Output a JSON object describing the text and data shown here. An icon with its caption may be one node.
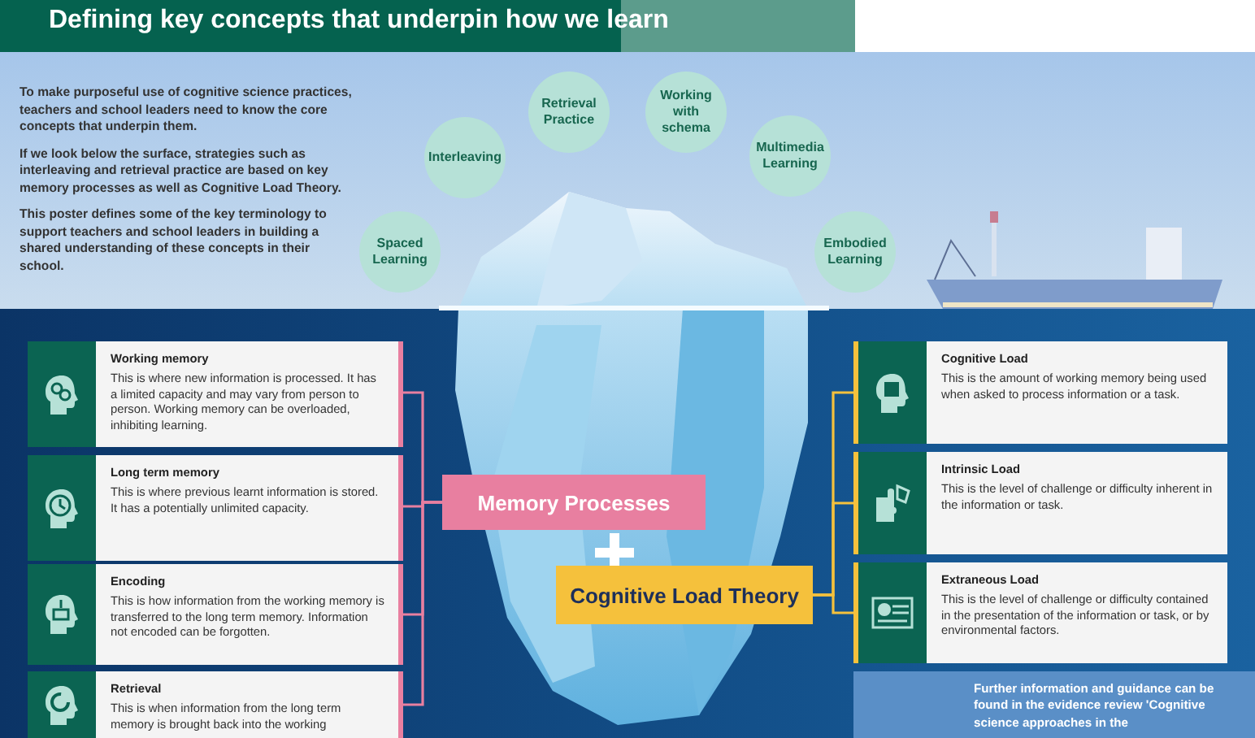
{
  "diagram": {
    "title": "Defining key concepts that underpin how we learn",
    "nodes": [
      {
        "text": [
          "Spaced Learning"
        ]
      },
      {
        "text": [
          "Interleaving"
        ]
      },
      {
        "text": [
          "Retrieval Practice"
        ]
      },
      {
        "text": [
          "Working with schema"
        ]
      },
      {
        "text": [
          "Multimedia Learning"
        ]
      },
      {
        "text": [
          "Embodied Learning"
        ]
      },
      {
        "text": [
          "Memory Processes"
        ]
      },
      {
        "text": [
          "Cognitive Load Theory"
        ]
      },
      {
        "text": [
          "Working memory",
          "This is where new information is processed. It has a limited capacity and may vary from person to person. Working memory can be overloaded, inhibiting learning."
        ]
      },
      {
        "text": [
          "Long term memory",
          "This is where previous learnt information is stored. It has a potentially unlimited capacity."
        ]
      },
      {
        "text": [
          "Encoding",
          "This is how information from the working memory is transferred to the long term memory. Information not encoded can be forgotten."
        ]
      },
      {
        "text": [
          "Retrieval",
          "This is when information from the long term memory is brought back into the working"
        ]
      },
      {
        "text": [
          "Cognitive Load",
          "This is the amount of working memory being used when asked to process information or a task."
        ]
      },
      {
        "text": [
          "Intrinsic Load",
          "This is the level of challenge or difficulty inherent in the information or task."
        ]
      },
      {
        "text": [
          "Extraneous Load",
          "This is the level of challenge or difficulty contained in the presentation of the information or task, or by environmental factors."
        ]
      },
      {
        "text": [
          "Further information and guidance can be found in the evidence review 'Cognitive science approaches in the"
        ]
      }
    ],
    "edges": [
      {
        "from": 6,
        "to": 8,
        "arrow": "none",
        "color": "#e87fa0"
      },
      {
        "from": 6,
        "to": 9,
        "arrow": "none",
        "color": "#e87fa0"
      },
      {
        "from": 6,
        "to": 10,
        "arrow": "none",
        "color": "#e87fa0"
      },
      {
        "from": 6,
        "to": 11,
        "arrow": "none",
        "color": "#e87fa0"
      },
      {
        "from": 7,
        "to": 12,
        "arrow": "none",
        "color": "#f5c13c"
      },
      {
        "from": 7,
        "to": 13,
        "arrow": "none",
        "color": "#f5c13c"
      },
      {
        "from": 7,
        "to": 14,
        "arrow": "none",
        "color": "#f5c13c"
      }
    ],
    "labels": [
      "To make purposeful use of cognitive science practices, teachers and school leaders need to know the core concepts that underpin them.",
      "If we look below the surface, strategies such as interleaving and retrieval practice are based on key memory processes as well as Cognitive Load Theory.",
      "This poster defines some of the key terminology to support teachers and school leaders in building a shared understanding of these concepts in their school."
    ]
  }
}
